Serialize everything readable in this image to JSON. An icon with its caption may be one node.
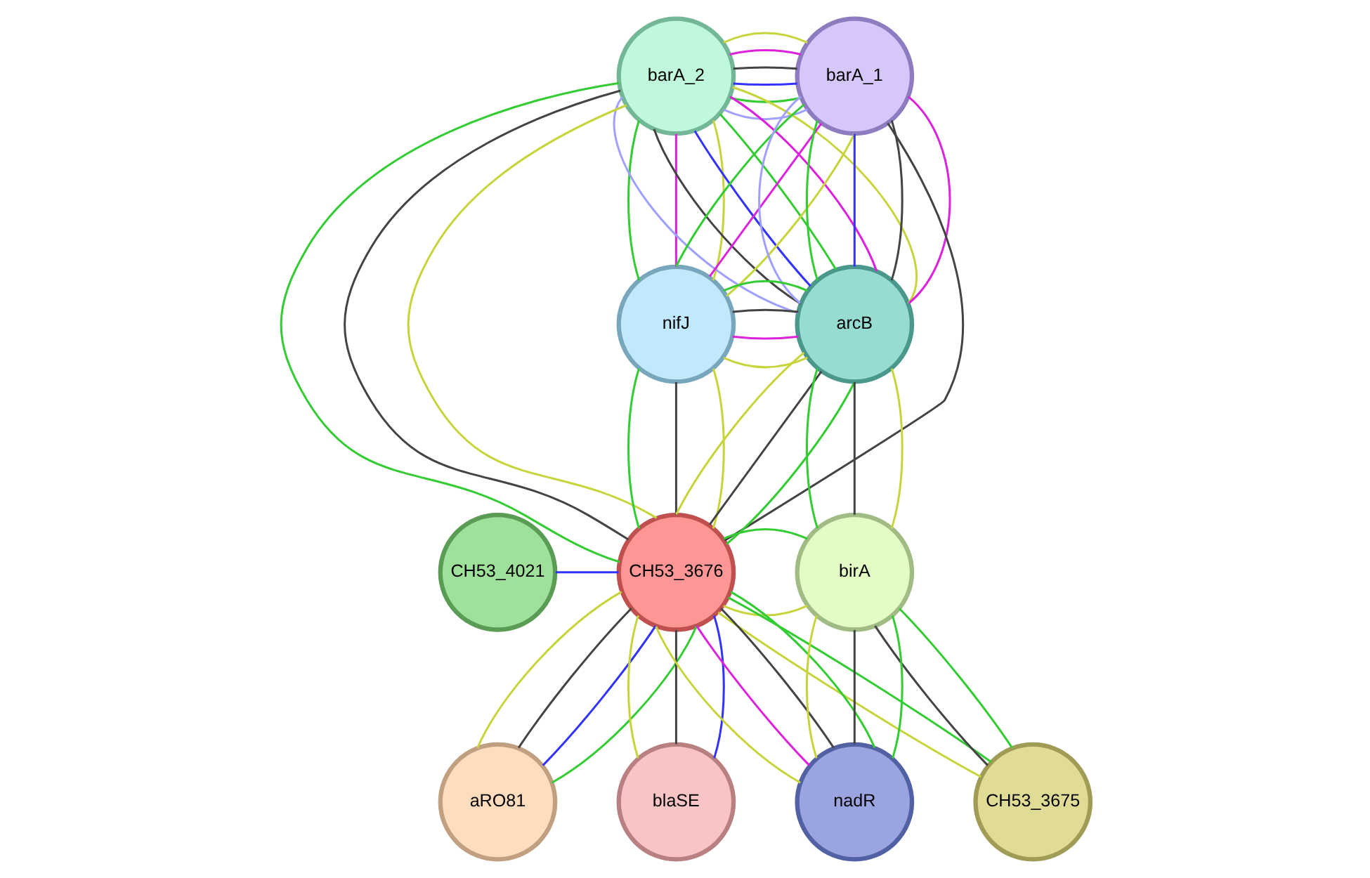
{
  "diagram": {
    "nodes": [
      {
        "text": [
          "barA_2"
        ]
      },
      {
        "text": [
          "barA_1"
        ]
      },
      {
        "text": [
          "nifJ"
        ]
      },
      {
        "text": [
          "arcB"
        ]
      },
      {
        "text": [
          "CH53_4021"
        ]
      },
      {
        "text": [
          "CH53_3676"
        ]
      },
      {
        "text": [
          "birA"
        ]
      },
      {
        "text": [
          "nadR"
        ]
      },
      {
        "text": [
          "aRO81"
        ]
      },
      {
        "text": [
          "CH53_3675"
        ]
      },
      {
        "text": [
          "blaSE"
        ]
      }
    ],
    "edges": [
      {
        "from": 0,
        "to": 1,
        "arrow": "none",
        "color": "#a0a0ff"
      },
      {
        "from": 0,
        "to": 1,
        "arrow": "none",
        "color": "#33cc33"
      },
      {
        "from": 0,
        "to": 1,
        "arrow": "none",
        "color": "#3333ff"
      },
      {
        "from": 0,
        "to": 1,
        "arrow": "none",
        "color": "#444444"
      },
      {
        "from": 0,
        "to": 1,
        "arrow": "none",
        "color": "#dd22dd"
      },
      {
        "from": 0,
        "to": 1,
        "arrow": "none",
        "color": "#c8d43c"
      },
      {
        "from": 0,
        "to": 3,
        "arrow": "none",
        "color": "#a0a0ff"
      },
      {
        "from": 0,
        "to": 3,
        "arrow": "none",
        "color": "#444444"
      },
      {
        "from": 0,
        "to": 3,
        "arrow": "none",
        "color": "#3333ff"
      },
      {
        "from": 0,
        "to": 3,
        "arrow": "none",
        "color": "#33cc33"
      },
      {
        "from": 0,
        "to": 3,
        "arrow": "none",
        "color": "#dd22dd"
      },
      {
        "from": 0,
        "to": 3,
        "arrow": "none",
        "color": "#c8d43c"
      },
      {
        "from": 0,
        "to": 2,
        "arrow": "none",
        "color": "#33cc33"
      },
      {
        "from": 0,
        "to": 2,
        "arrow": "none",
        "color": "#dd22dd"
      },
      {
        "from": 0,
        "to": 2,
        "arrow": "none",
        "color": "#c8d43c"
      },
      {
        "from": 0,
        "to": 5,
        "arrow": "none",
        "color": "#33cc33"
      },
      {
        "from": 0,
        "to": 5,
        "arrow": "none",
        "color": "#444444"
      },
      {
        "from": 0,
        "to": 5,
        "arrow": "none",
        "color": "#c8d43c"
      },
      {
        "from": 1,
        "to": 2,
        "arrow": "none",
        "color": "#33cc33"
      },
      {
        "from": 1,
        "to": 2,
        "arrow": "none",
        "color": "#dd22dd"
      },
      {
        "from": 1,
        "to": 2,
        "arrow": "none",
        "color": "#c8d43c"
      },
      {
        "from": 1,
        "to": 3,
        "arrow": "none",
        "color": "#a0a0ff"
      },
      {
        "from": 1,
        "to": 3,
        "arrow": "none",
        "color": "#33cc33"
      },
      {
        "from": 1,
        "to": 3,
        "arrow": "none",
        "color": "#3333ff"
      },
      {
        "from": 1,
        "to": 3,
        "arrow": "none",
        "color": "#444444"
      },
      {
        "from": 1,
        "to": 3,
        "arrow": "none",
        "color": "#dd22dd"
      },
      {
        "from": 1,
        "to": 5,
        "arrow": "none",
        "color": "#444444"
      },
      {
        "from": 2,
        "to": 3,
        "arrow": "none",
        "color": "#c8d43c"
      },
      {
        "from": 2,
        "to": 3,
        "arrow": "none",
        "color": "#dd22dd"
      },
      {
        "from": 2,
        "to": 3,
        "arrow": "none",
        "color": "#444444"
      },
      {
        "from": 2,
        "to": 3,
        "arrow": "none",
        "color": "#33cc33"
      },
      {
        "from": 2,
        "to": 5,
        "arrow": "none",
        "color": "#33cc33"
      },
      {
        "from": 2,
        "to": 5,
        "arrow": "none",
        "color": "#444444"
      },
      {
        "from": 2,
        "to": 5,
        "arrow": "none",
        "color": "#c8d43c"
      },
      {
        "from": 3,
        "to": 5,
        "arrow": "none",
        "color": "#c8d43c"
      },
      {
        "from": 3,
        "to": 5,
        "arrow": "none",
        "color": "#444444"
      },
      {
        "from": 3,
        "to": 5,
        "arrow": "none",
        "color": "#33cc33"
      },
      {
        "from": 3,
        "to": 6,
        "arrow": "none",
        "color": "#33cc33"
      },
      {
        "from": 3,
        "to": 6,
        "arrow": "none",
        "color": "#444444"
      },
      {
        "from": 3,
        "to": 6,
        "arrow": "none",
        "color": "#c8d43c"
      },
      {
        "from": 4,
        "to": 5,
        "arrow": "none",
        "color": "#3333ff"
      },
      {
        "from": 5,
        "to": 6,
        "arrow": "none",
        "color": "#c8d43c"
      },
      {
        "from": 5,
        "to": 6,
        "arrow": "none",
        "color": "#33cc33"
      },
      {
        "from": 5,
        "to": 7,
        "arrow": "none",
        "color": "#c8d43c"
      },
      {
        "from": 5,
        "to": 7,
        "arrow": "none",
        "color": "#dd22dd"
      },
      {
        "from": 5,
        "to": 7,
        "arrow": "none",
        "color": "#444444"
      },
      {
        "from": 5,
        "to": 7,
        "arrow": "none",
        "color": "#33cc33"
      },
      {
        "from": 5,
        "to": 8,
        "arrow": "none",
        "color": "#c8d43c"
      },
      {
        "from": 5,
        "to": 8,
        "arrow": "none",
        "color": "#444444"
      },
      {
        "from": 5,
        "to": 8,
        "arrow": "none",
        "color": "#3333ff"
      },
      {
        "from": 5,
        "to": 8,
        "arrow": "none",
        "color": "#33cc33"
      },
      {
        "from": 5,
        "to": 9,
        "arrow": "none",
        "color": "#c8d43c"
      },
      {
        "from": 5,
        "to": 9,
        "arrow": "none",
        "color": "#33cc33"
      },
      {
        "from": 5,
        "to": 10,
        "arrow": "none",
        "color": "#c8d43c"
      },
      {
        "from": 5,
        "to": 10,
        "arrow": "none",
        "color": "#444444"
      },
      {
        "from": 5,
        "to": 10,
        "arrow": "none",
        "color": "#3333ff"
      },
      {
        "from": 6,
        "to": 7,
        "arrow": "none",
        "color": "#c8d43c"
      },
      {
        "from": 6,
        "to": 7,
        "arrow": "none",
        "color": "#444444"
      },
      {
        "from": 6,
        "to": 7,
        "arrow": "none",
        "color": "#33cc33"
      },
      {
        "from": 6,
        "to": 9,
        "arrow": "none",
        "color": "#444444"
      },
      {
        "from": 6,
        "to": 9,
        "arrow": "none",
        "color": "#33cc33"
      }
    ]
  }
}
